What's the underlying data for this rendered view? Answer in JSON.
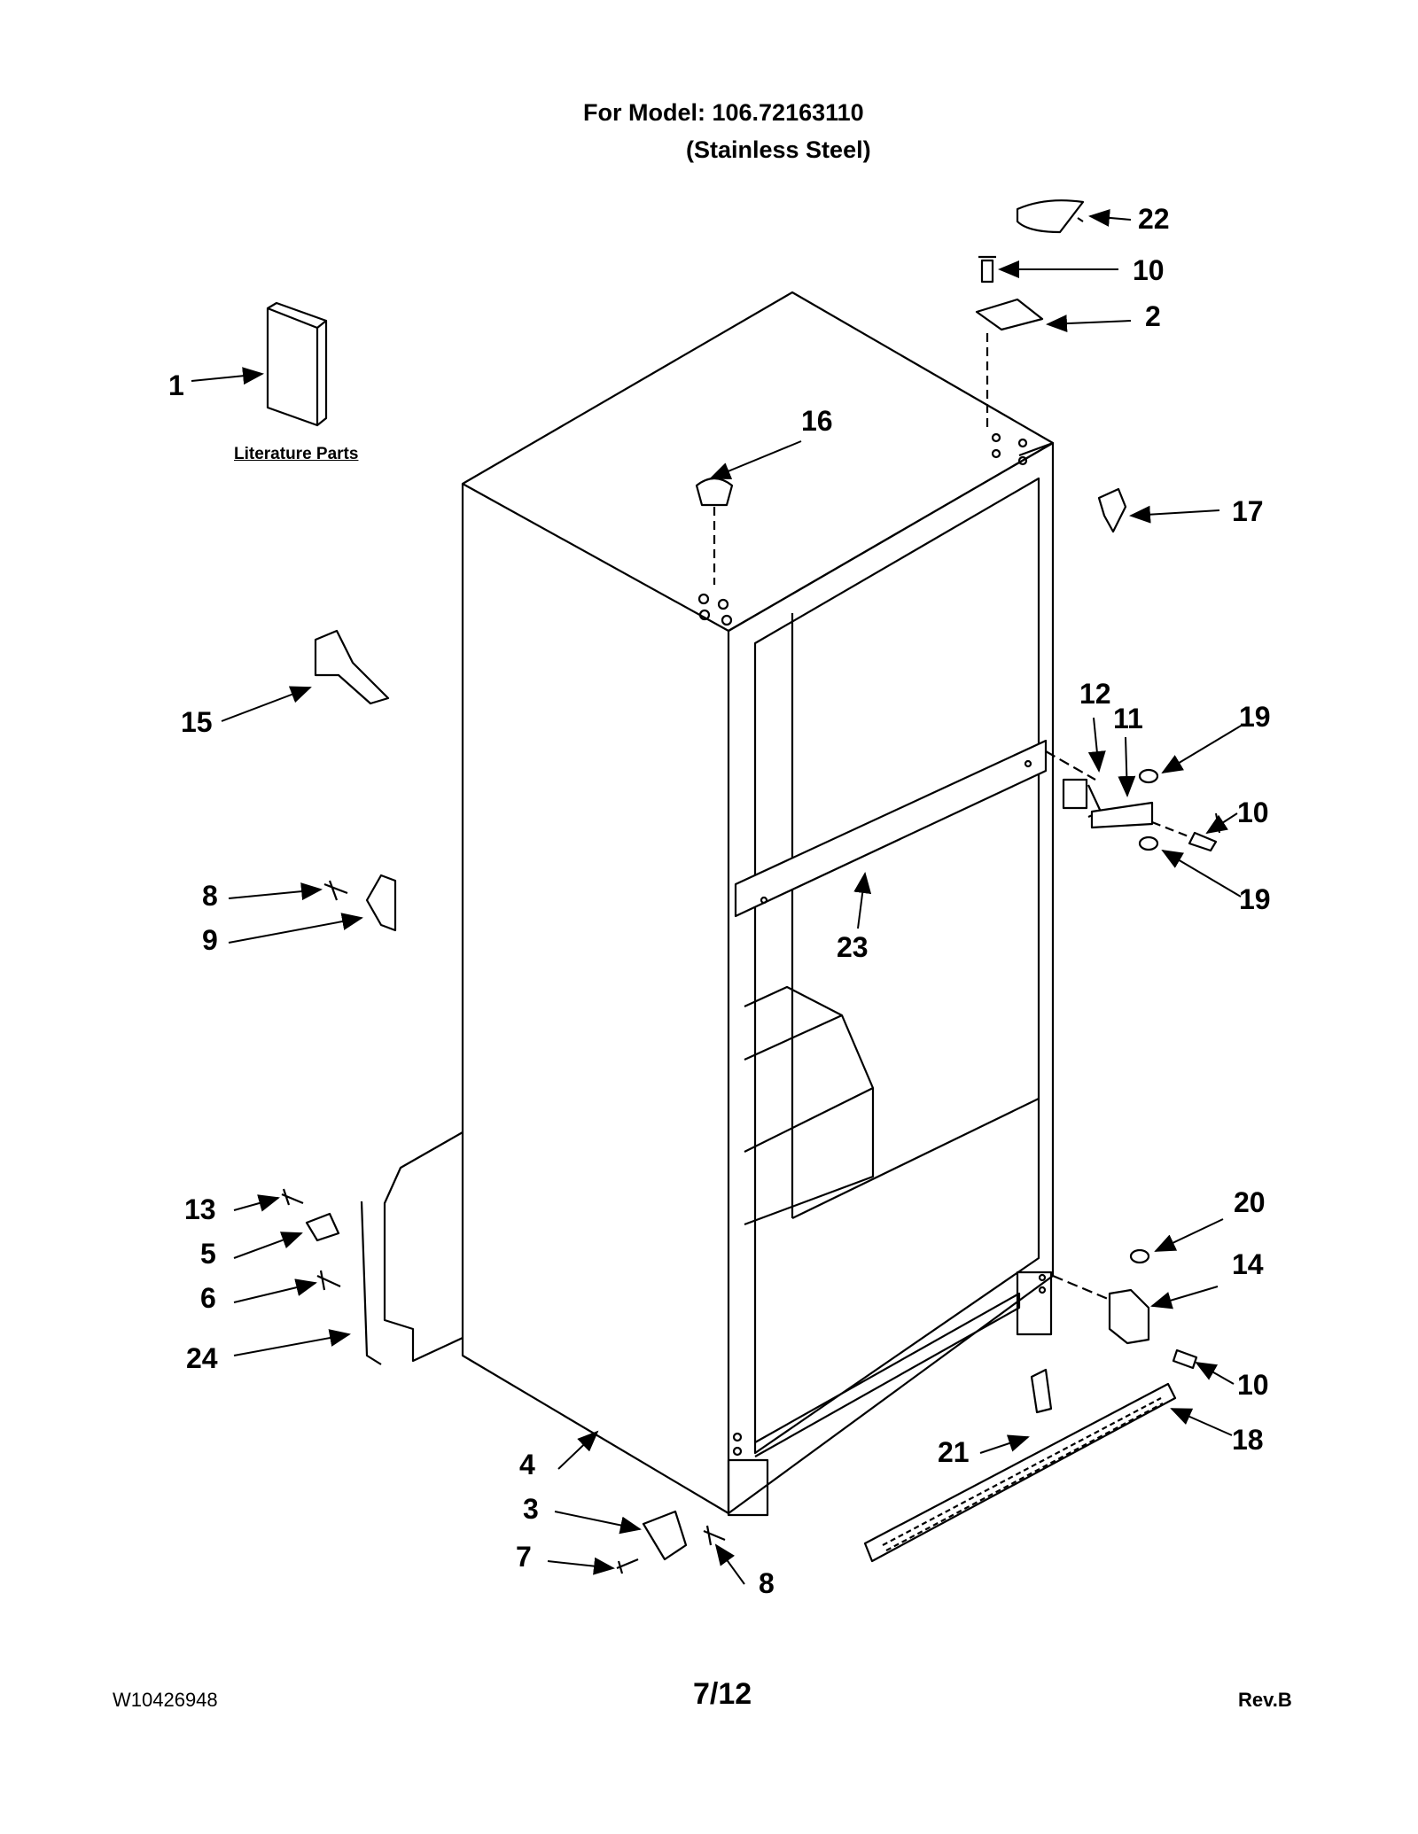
{
  "header": {
    "model_line": "For Model: 106.72163110",
    "finish_line": "(Stainless Steel)"
  },
  "literature": {
    "label": "Literature Parts"
  },
  "callouts": [
    {
      "id": "c1",
      "text": "1"
    },
    {
      "id": "c2",
      "text": "2"
    },
    {
      "id": "c3",
      "text": "3"
    },
    {
      "id": "c4",
      "text": "4"
    },
    {
      "id": "c5",
      "text": "5"
    },
    {
      "id": "c6",
      "text": "6"
    },
    {
      "id": "c7",
      "text": "7"
    },
    {
      "id": "c8a",
      "text": "8"
    },
    {
      "id": "c8b",
      "text": "8"
    },
    {
      "id": "c9",
      "text": "9"
    },
    {
      "id": "c10a",
      "text": "10"
    },
    {
      "id": "c10b",
      "text": "10"
    },
    {
      "id": "c10c",
      "text": "10"
    },
    {
      "id": "c11",
      "text": "11"
    },
    {
      "id": "c12",
      "text": "12"
    },
    {
      "id": "c13",
      "text": "13"
    },
    {
      "id": "c14",
      "text": "14"
    },
    {
      "id": "c15",
      "text": "15"
    },
    {
      "id": "c16",
      "text": "16"
    },
    {
      "id": "c17",
      "text": "17"
    },
    {
      "id": "c18",
      "text": "18"
    },
    {
      "id": "c19a",
      "text": "19"
    },
    {
      "id": "c19b",
      "text": "19"
    },
    {
      "id": "c20",
      "text": "20"
    },
    {
      "id": "c21",
      "text": "21"
    },
    {
      "id": "c22",
      "text": "22"
    },
    {
      "id": "c23",
      "text": "23"
    },
    {
      "id": "c24",
      "text": "24"
    }
  ],
  "footer": {
    "doc_number": "W10426948",
    "page": "7/12",
    "revision": "Rev.B"
  }
}
